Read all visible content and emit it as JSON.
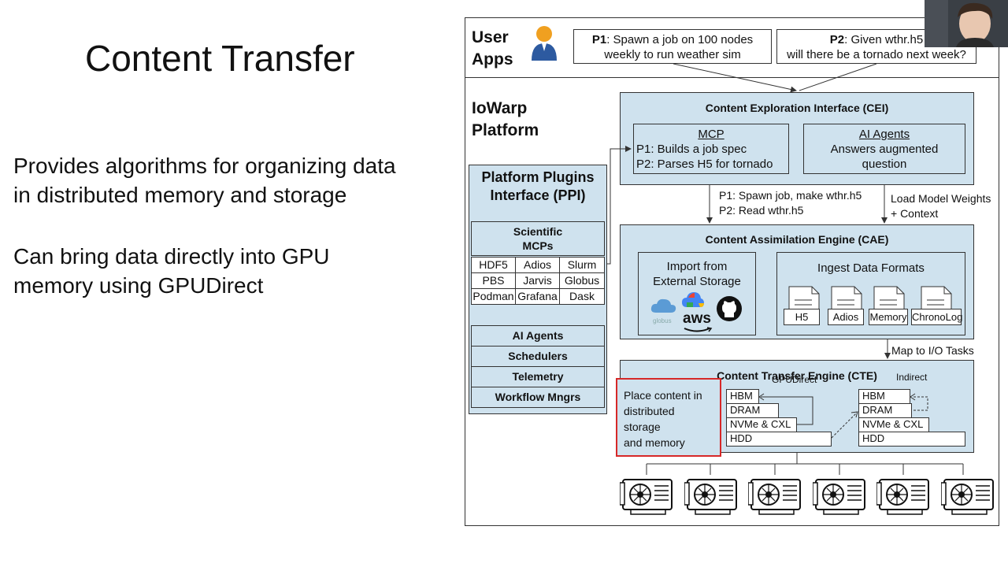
{
  "slide": {
    "title": "Content Transfer",
    "bullets": [
      "Provides algorithms for organizing data",
      "in distributed memory and storage",
      "Can bring data directly into GPU",
      "memory using GPUDirect"
    ]
  },
  "diagram": {
    "user_apps": {
      "line1": "User",
      "line2": "Apps"
    },
    "prompt1": {
      "id": "P1",
      "line1": ": Spawn a job on 100 nodes",
      "line2": "weekly to run weather sim"
    },
    "prompt2": {
      "id": "P2",
      "line1": ": Given wthr.h5",
      "line2": "will there be a tornado next week?"
    },
    "platform": {
      "line1": "IoWarp",
      "line2": "Platform"
    },
    "ppi": {
      "title1": "Platform Plugins",
      "title2": "Interface (PPI)",
      "sci_title1": "Scientific",
      "sci_title2": "MCPs",
      "grid": [
        [
          "HDF5",
          "Adios",
          "Slurm"
        ],
        [
          "PBS",
          "Jarvis",
          "Globus"
        ],
        [
          "Podman",
          "Grafana",
          "Dask"
        ]
      ],
      "items": [
        "AI Agents",
        "Schedulers",
        "Telemetry",
        "Workflow Mngrs"
      ]
    },
    "cei": {
      "title": "Content Exploration Interface (CEI)",
      "mcp_title": "MCP",
      "mcp_line1": "P1: Builds a job spec",
      "mcp_line2": "P2: Parses H5 for tornado",
      "agents_title": "AI Agents",
      "agents_line1": "Answers augmented",
      "agents_line2": "question"
    },
    "arrow_label_1a": "P1: Spawn job, make wthr.h5",
    "arrow_label_1b": "P2: Read wthr.h5",
    "arrow_label_2a": "Load Model Weights",
    "arrow_label_2b": "+ Context",
    "cae": {
      "title": "Content Assimilation Engine (CAE)",
      "import_line1": "Import from",
      "import_line2": "External Storage",
      "cloud_globus": "globus",
      "cloud_aws": "aws",
      "ingest_title": "Ingest Data Formats",
      "formats": [
        "H5",
        "Adios",
        "Memory",
        "ChronoLog"
      ]
    },
    "map_label": "Map to I/O Tasks",
    "cte": {
      "title": "Content Transfer Engine (CTE)",
      "place_lines": [
        "Place content in",
        "distributed",
        "storage",
        "and memory"
      ],
      "tiers_left": [
        "HBM",
        "DRAM",
        "NVMe & CXL",
        "HDD"
      ],
      "tiers_right": [
        "HBM",
        "DRAM",
        "NVMe & CXL",
        "HDD"
      ],
      "gpudirect": "GPUDirect",
      "indirect": "Indirect"
    },
    "gpu_count": 6,
    "highlight_color": "#d62828",
    "box_color": "#cfe2ee"
  }
}
